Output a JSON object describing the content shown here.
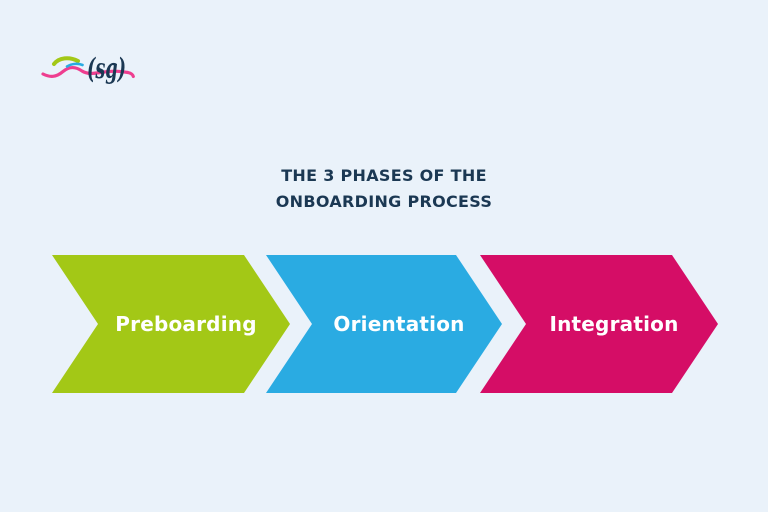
{
  "page": {
    "background_color": "#eaf2fa"
  },
  "logo": {
    "text": "(sg)",
    "text_color": "#1b3853",
    "swoosh_colors": {
      "pink": "#ee3e8f",
      "green": "#a3c816",
      "blue": "#2aabe2"
    }
  },
  "title": {
    "line1": "THE 3 PHASES OF THE",
    "line2": "ONBOARDING PROCESS",
    "color": "#1b3853"
  },
  "phases": [
    {
      "label": "Preboarding",
      "color": "#a3c816",
      "text_color": "#ffffff"
    },
    {
      "label": "Orientation",
      "color": "#2aabe2",
      "text_color": "#ffffff"
    },
    {
      "label": "Integration",
      "color": "#d50d66",
      "text_color": "#ffffff"
    }
  ]
}
